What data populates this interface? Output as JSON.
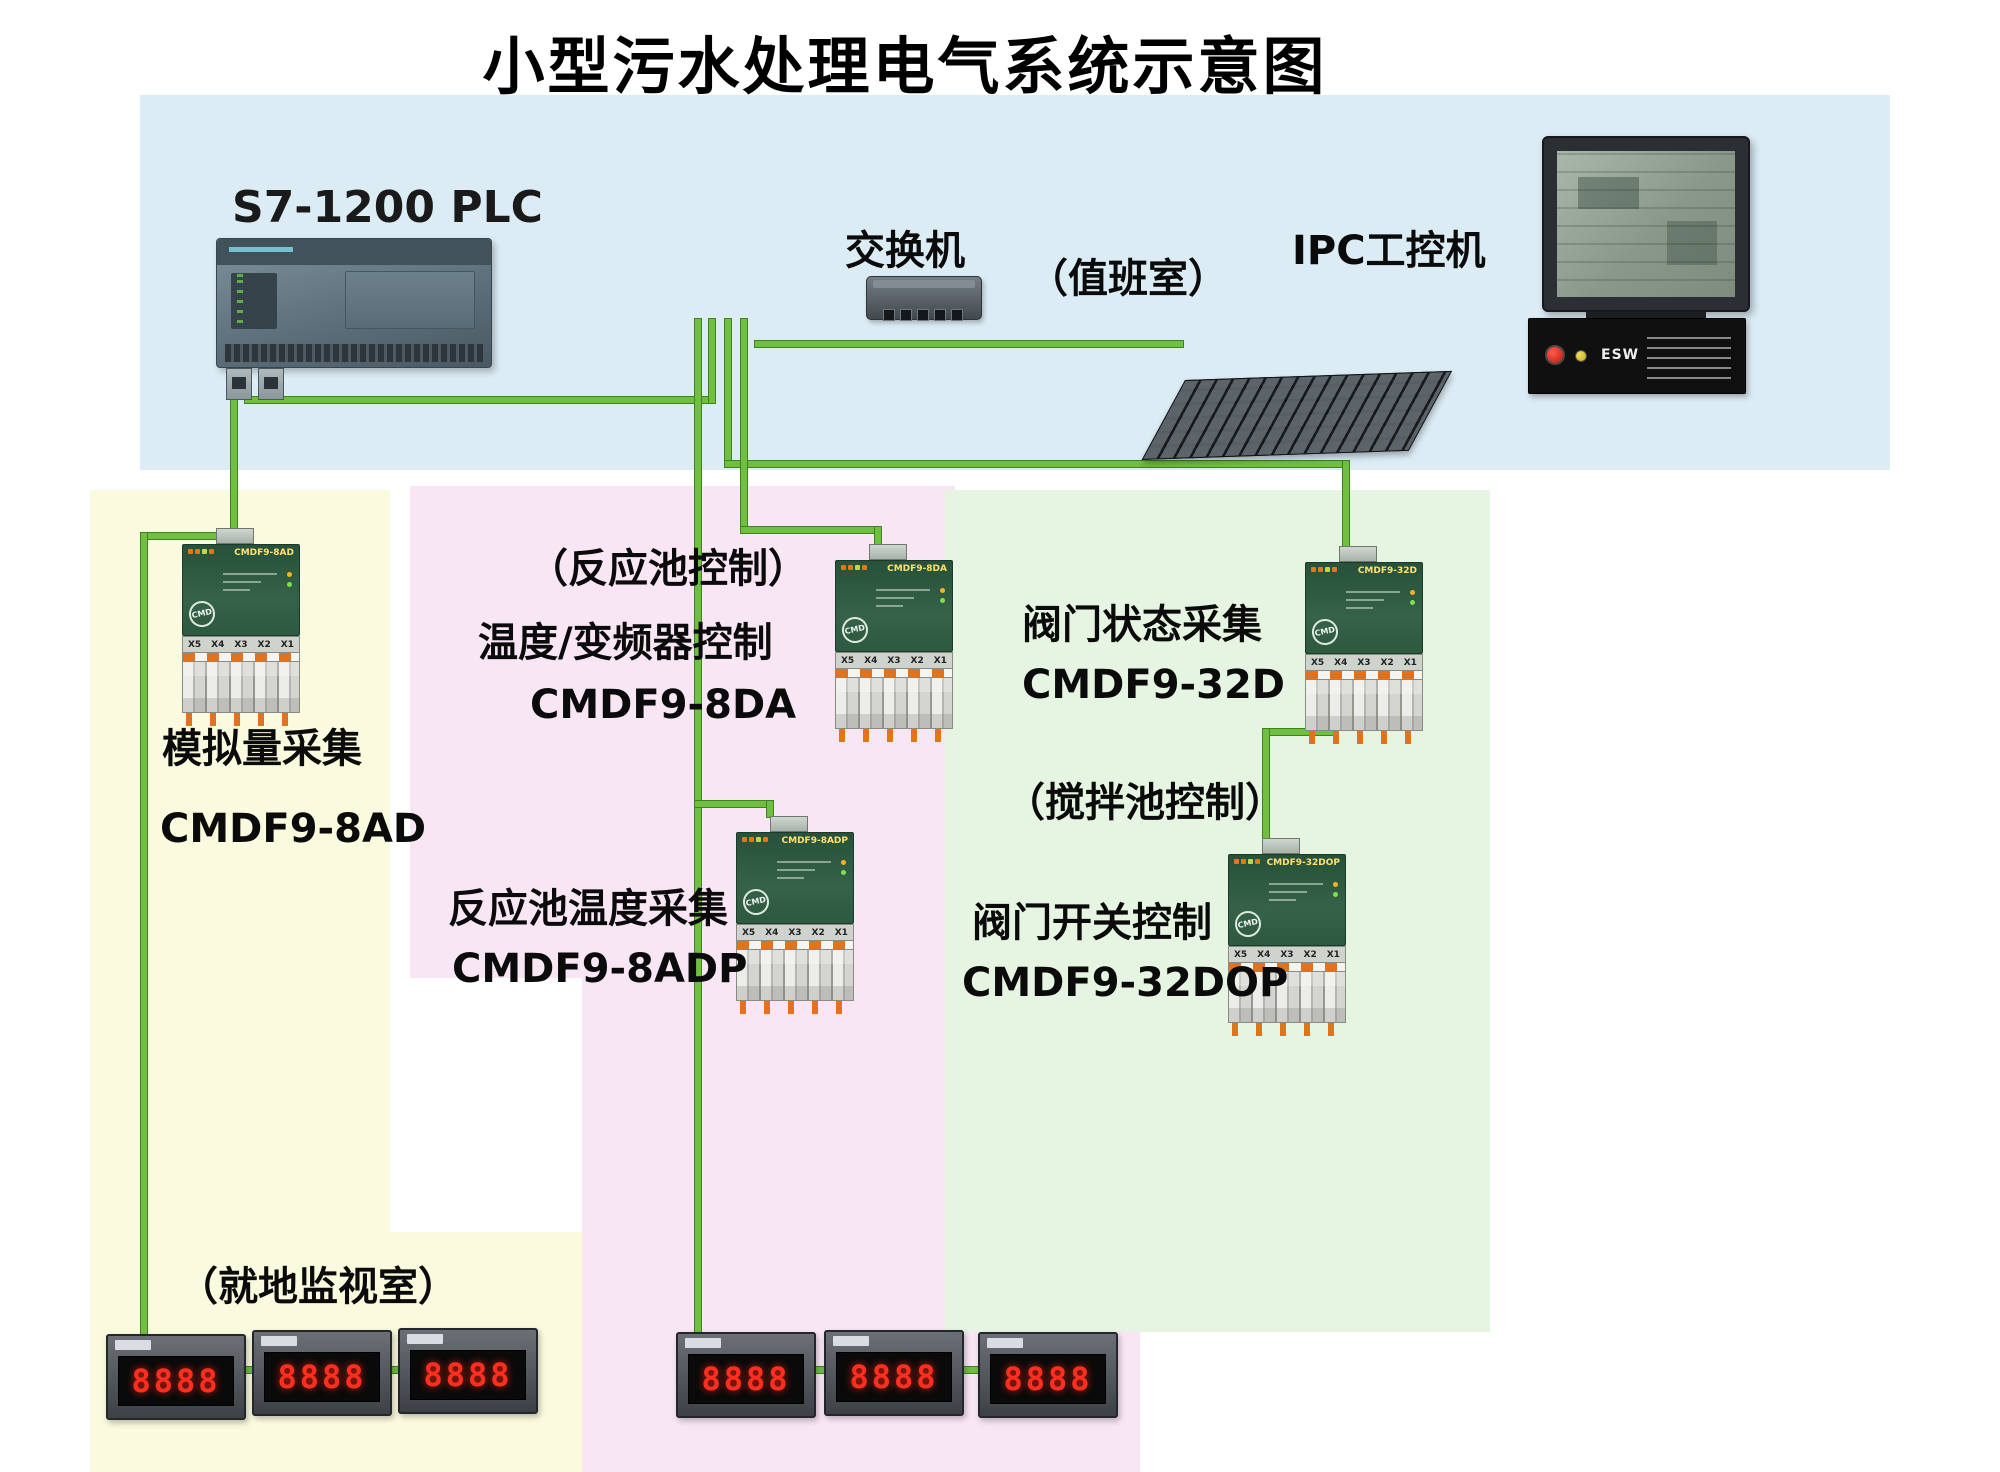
{
  "title": "小型污水处理电气系统示意图",
  "control_room": {
    "plc_label": "S7-1200  PLC",
    "switch_label": "交换机",
    "room_label": "（值班室）",
    "ipc_label": "IPC工控机",
    "ipc_box_label": "ESW"
  },
  "analog_zone": {
    "function_label": "模拟量采集",
    "model_label": "CMDF9-8AD",
    "room_label": "（就地监视室）"
  },
  "reaction_zone": {
    "control_label": "（反应池控制）",
    "function_label_top": "温度/变频器控制",
    "model_label_top": "CMDF9-8DA",
    "function_label_bottom": "反应池温度采集",
    "model_label_bottom": "CMDF9-8ADP"
  },
  "valve_zone": {
    "function_label_top": "阀门状态采集",
    "model_label_top": "CMDF9-32D",
    "control_label": "（搅拌池控制）",
    "function_label_bottom": "阀门开关控制",
    "model_label_bottom": "CMDF9-32DOP"
  },
  "module_common": {
    "logo": "CMD",
    "terminal_labels": [
      "X5",
      "X4",
      "X3",
      "X2",
      "X1"
    ]
  },
  "modules": [
    {
      "name": "CMDF9-8AD"
    },
    {
      "name": "CMDF9-8DA"
    },
    {
      "name": "CMDF9-32D"
    },
    {
      "name": "CMDF9-8ADP"
    },
    {
      "name": "CMDF9-32DOP"
    }
  ],
  "meter": {
    "display": "8888"
  },
  "colors": {
    "cable_green": "#70bf41",
    "region_control_room": "#dcecf5",
    "region_analog": "#fafade",
    "region_reaction": "#f8e6f4",
    "region_valve": "#e6f5e2"
  }
}
